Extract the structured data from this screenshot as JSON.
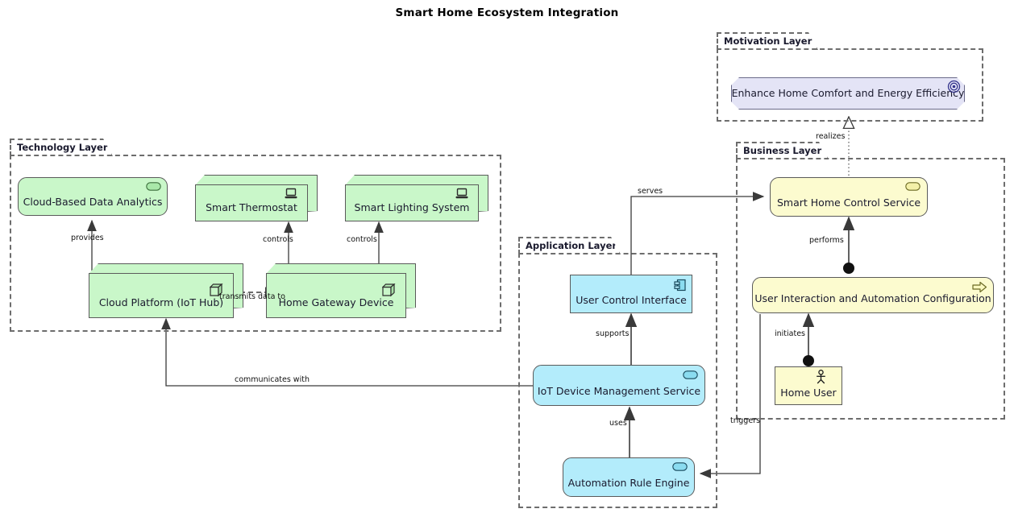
{
  "title": "Smart Home Ecosystem Integration",
  "colors": {
    "technology_fill": "#c9f7c9",
    "application_fill": "#b3ecfb",
    "business_fill": "#fcfbcf",
    "motivation_fill": "#e4e4f6",
    "border": "#5a5a5a",
    "layer_border": "#6d6d6d",
    "background": "#ffffff"
  },
  "layers": [
    {
      "id": "motivation",
      "label": "Motivation Layer"
    },
    {
      "id": "technology",
      "label": "Technology Layer"
    },
    {
      "id": "business",
      "label": "Business Layer"
    },
    {
      "id": "application",
      "label": "Application Layer"
    }
  ],
  "elements": {
    "goal": {
      "label": "Enhance Home Comfort and Energy Efficiency",
      "layer": "Motivation Layer",
      "archimate_type": "Goal",
      "icon": "goal-target-icon"
    },
    "cloud_analytics": {
      "label": "Cloud-Based Data Analytics",
      "layer": "Technology Layer",
      "archimate_type": "Technology Service",
      "icon": "technology-service-icon"
    },
    "smart_thermostat": {
      "label": "Smart Thermostat",
      "layer": "Technology Layer",
      "archimate_type": "Device",
      "icon": "device-icon"
    },
    "smart_lighting": {
      "label": "Smart Lighting System",
      "layer": "Technology Layer",
      "archimate_type": "Device",
      "icon": "device-icon"
    },
    "cloud_platform": {
      "label": "Cloud Platform (IoT Hub)",
      "layer": "Technology Layer",
      "archimate_type": "Node",
      "icon": "node-cube-icon"
    },
    "home_gateway": {
      "label": "Home Gateway Device",
      "layer": "Technology Layer",
      "archimate_type": "Node",
      "icon": "node-cube-icon"
    },
    "user_control_interface": {
      "label": "User Control Interface",
      "layer": "Application Layer",
      "archimate_type": "Application Component",
      "icon": "application-component-icon"
    },
    "iot_device_mgmt": {
      "label": "IoT Device Management Service",
      "layer": "Application Layer",
      "archimate_type": "Application Service",
      "icon": "application-service-icon"
    },
    "automation_rule_engine": {
      "label": "Automation Rule Engine",
      "layer": "Application Layer",
      "archimate_type": "Application Service",
      "icon": "application-service-icon"
    },
    "smart_home_control_service": {
      "label": "Smart Home Control Service",
      "layer": "Business Layer",
      "archimate_type": "Business Service",
      "icon": "business-service-icon"
    },
    "user_interaction_config": {
      "label": "User Interaction and Automation Configuration",
      "layer": "Business Layer",
      "archimate_type": "Business Process",
      "icon": "business-process-arrow-icon"
    },
    "home_user": {
      "label": "Home User",
      "layer": "Business Layer",
      "archimate_type": "Business Actor",
      "icon": "actor-stick-figure-icon"
    }
  },
  "relationships": [
    {
      "id": "r1",
      "label": "provides",
      "source": "cloud_platform",
      "target": "cloud_analytics",
      "style": "solid-arrow"
    },
    {
      "id": "r2",
      "label": "controls",
      "source": "home_gateway",
      "target": "smart_thermostat",
      "style": "solid-arrow"
    },
    {
      "id": "r3",
      "label": "controls",
      "source": "home_gateway",
      "target": "smart_lighting",
      "style": "solid-arrow"
    },
    {
      "id": "r4",
      "label": "transmits data to",
      "source": "cloud_platform",
      "target": "home_gateway",
      "style": "dashed-flow"
    },
    {
      "id": "r5",
      "label": "communicates with",
      "source": "iot_device_mgmt",
      "target": "cloud_platform",
      "style": "solid-arrow"
    },
    {
      "id": "r6",
      "label": "supports",
      "source": "iot_device_mgmt",
      "target": "user_control_interface",
      "style": "solid-arrow"
    },
    {
      "id": "r7",
      "label": "uses",
      "source": "automation_rule_engine",
      "target": "iot_device_mgmt",
      "style": "solid-arrow"
    },
    {
      "id": "r8",
      "label": "serves",
      "source": "user_control_interface",
      "target": "smart_home_control_service",
      "style": "solid-arrow"
    },
    {
      "id": "r9",
      "label": "realizes",
      "source": "smart_home_control_service",
      "target": "goal",
      "style": "dotted-hollow-triangle"
    },
    {
      "id": "r10",
      "label": "performs",
      "source": "user_interaction_config",
      "target": "smart_home_control_service",
      "style": "assignment-ball"
    },
    {
      "id": "r11",
      "label": "initiates",
      "source": "home_user",
      "target": "user_interaction_config",
      "style": "assignment-ball"
    },
    {
      "id": "r12",
      "label": "triggers",
      "source": "user_interaction_config",
      "target": "automation_rule_engine",
      "style": "solid-arrow"
    }
  ]
}
